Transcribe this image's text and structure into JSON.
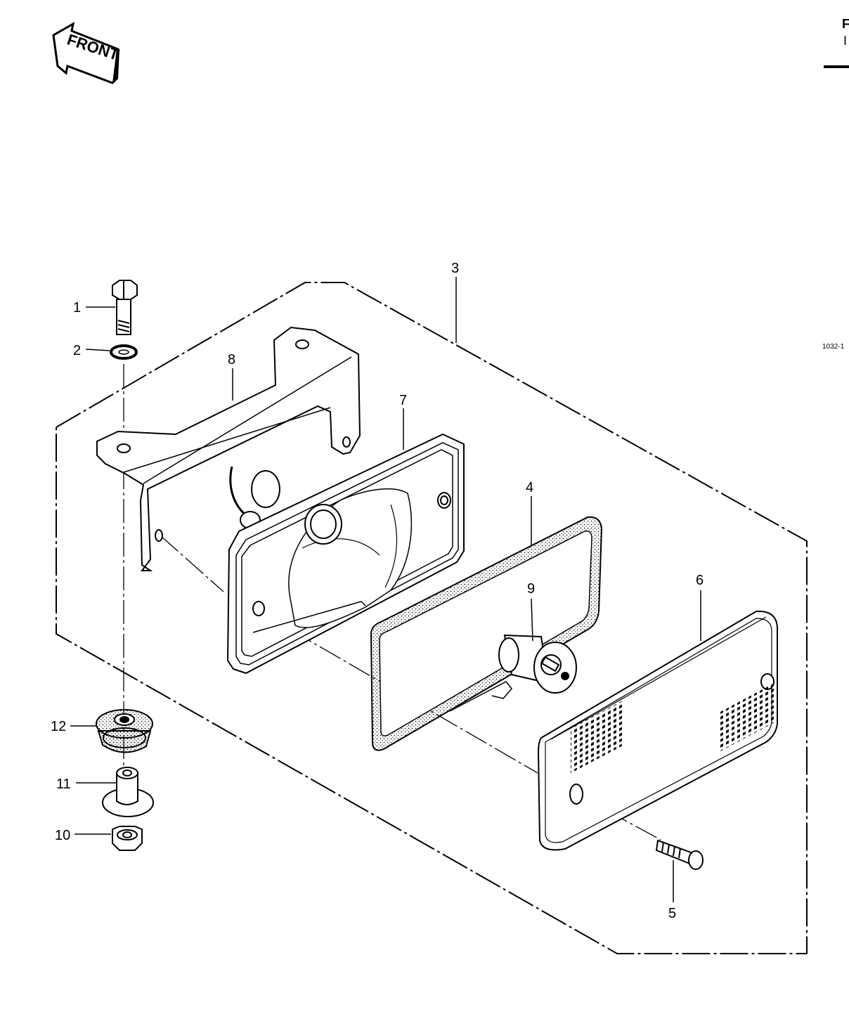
{
  "front_arrow": {
    "label": "FRONT"
  },
  "drawing_code": "1032-1",
  "page_edge": {
    "upper": "F",
    "lower": "I"
  },
  "callouts": [
    "1",
    "2",
    "3",
    "4",
    "5",
    "6",
    "7",
    "8",
    "9",
    "10",
    "11",
    "12"
  ],
  "colors": {
    "ink": "#000000",
    "paper": "#ffffff",
    "shade": "#b0b0b0"
  }
}
